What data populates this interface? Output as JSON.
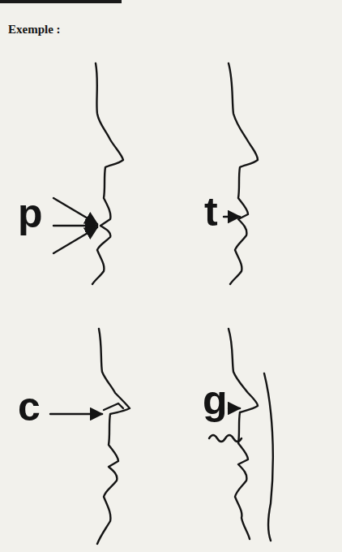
{
  "diagram": {
    "title": "Exemple :",
    "labels": [
      "p",
      "t",
      "c",
      "g"
    ]
  }
}
